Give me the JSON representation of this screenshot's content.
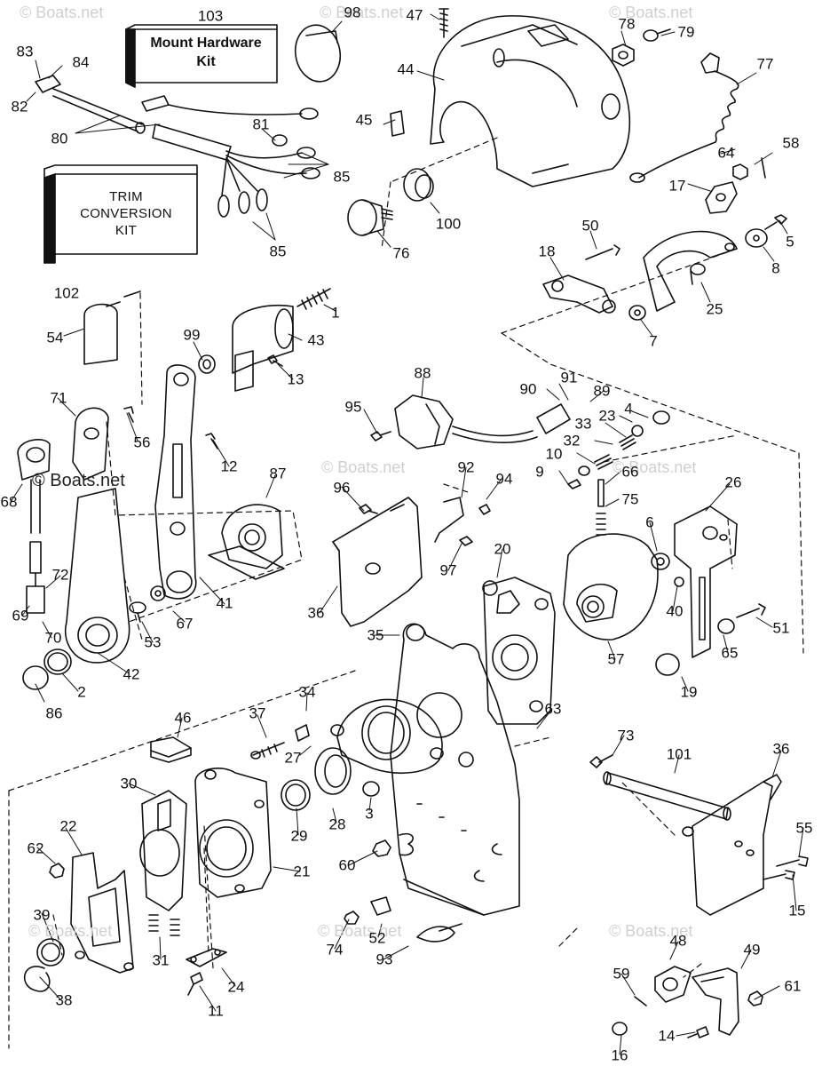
{
  "kits": {
    "mount_hardware": {
      "number": "103",
      "line1": "Mount Hardware",
      "line2": "Kit"
    },
    "trim_conversion": {
      "number": "102",
      "line1": "TRIM",
      "line2": "CONVERSION",
      "line3": "KIT"
    }
  },
  "watermarks": {
    "faint": "© Boats.net",
    "dark": "© Boats.net"
  },
  "callouts": {
    "n98": "98",
    "n47": "47",
    "n78": "78",
    "n79": "79",
    "n83": "83",
    "n84": "84",
    "n82": "82",
    "n44": "44",
    "n77": "77",
    "n80": "80",
    "n81": "81",
    "n45": "45",
    "n85a": "85",
    "n85b": "85",
    "n64": "64",
    "n58": "58",
    "n17": "17",
    "n100": "100",
    "n76": "76",
    "n5": "5",
    "n50": "50",
    "n18": "18",
    "n8": "8",
    "n25": "25",
    "n1": "1",
    "n7": "7",
    "n54": "54",
    "n43": "43",
    "n99": "99",
    "n13": "13",
    "n88": "88",
    "n91": "91",
    "n90": "90",
    "n89": "89",
    "n4": "4",
    "n23": "23",
    "n95": "95",
    "n71": "71",
    "n56": "56",
    "n33": "33",
    "n32": "32",
    "n10": "10",
    "n12": "12",
    "n92": "92",
    "n9": "9",
    "n66": "66",
    "n87": "87",
    "n94": "94",
    "n96": "96",
    "n26": "26",
    "n75": "75",
    "n68": "68",
    "n6": "6",
    "n72": "72",
    "n97": "97",
    "n36a": "36",
    "n20": "20",
    "n40": "40",
    "n41": "41",
    "n69": "69",
    "n70": "70",
    "n53": "53",
    "n67": "67",
    "n51": "51",
    "n35": "35",
    "n65": "65",
    "n57": "57",
    "n42": "42",
    "n2": "2",
    "n86": "86",
    "n19": "19",
    "n34": "34",
    "n37": "37",
    "n63": "63",
    "n46": "46",
    "n73": "73",
    "n27": "27",
    "n36b": "36",
    "n101": "101",
    "n30": "30",
    "n22": "22",
    "n3": "3",
    "n62": "62",
    "n29": "29",
    "n28": "28",
    "n21": "21",
    "n55": "55",
    "n60": "60",
    "n15": "15",
    "n39": "39",
    "n52": "52",
    "n74": "74",
    "n31": "31",
    "n93": "93",
    "n48": "48",
    "n49": "49",
    "n59": "59",
    "n61": "61",
    "n38": "38",
    "n24": "24",
    "n11": "11",
    "n14": "14",
    "n16": "16"
  }
}
